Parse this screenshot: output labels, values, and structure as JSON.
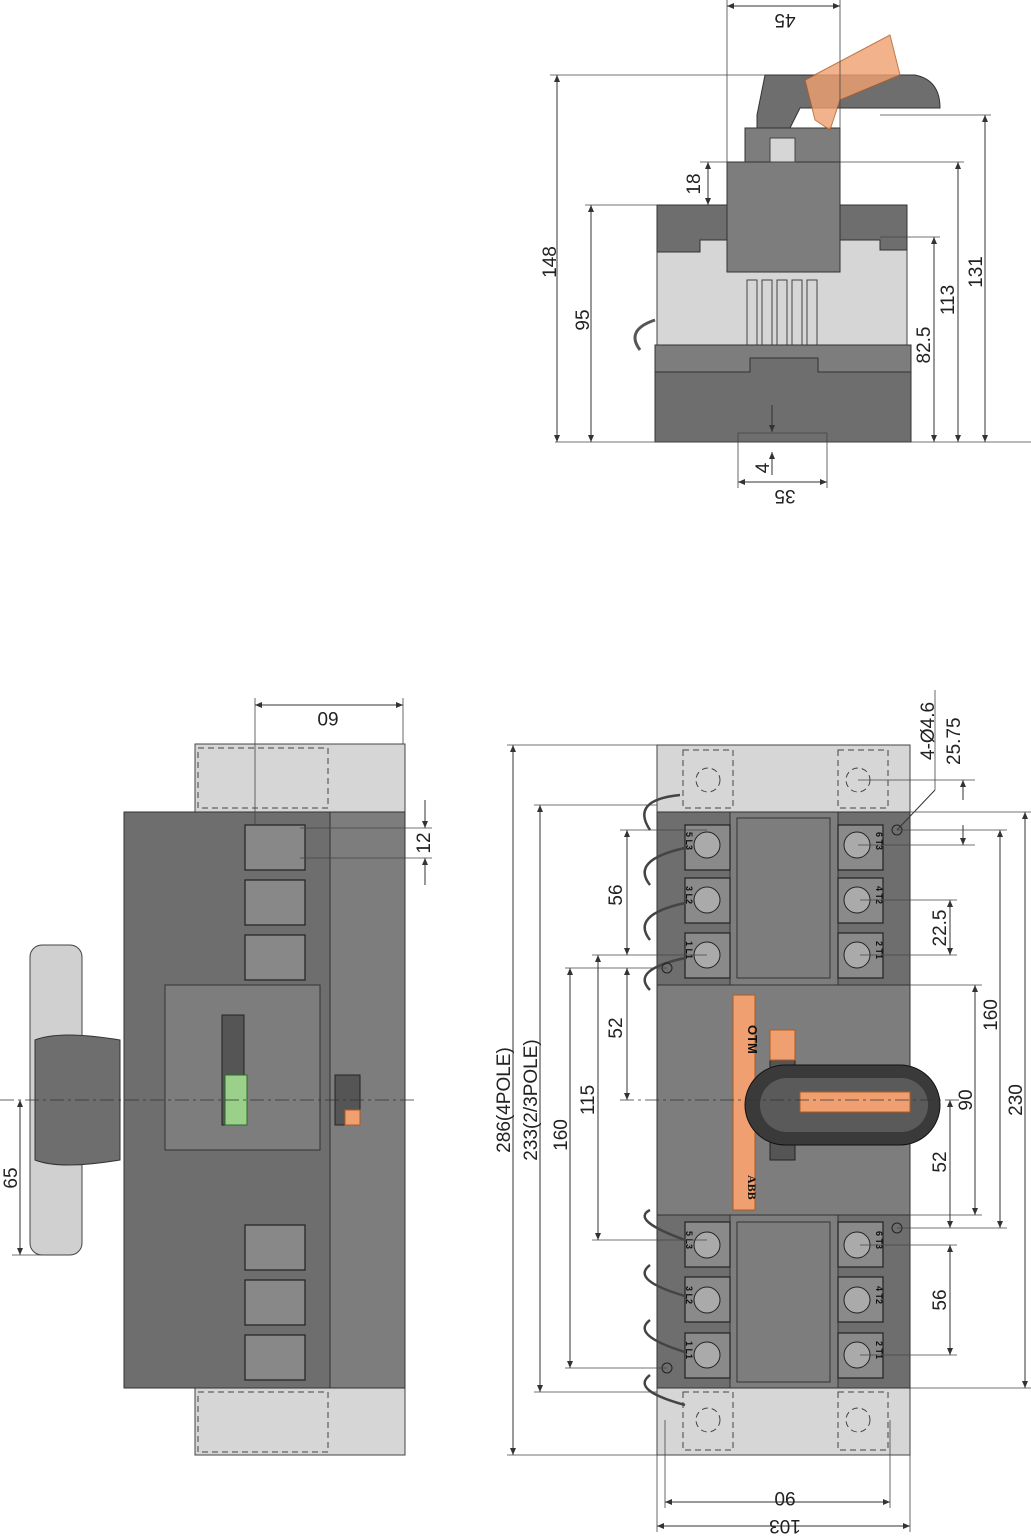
{
  "top_view": {
    "dims": {
      "width_45": "45",
      "height_148": "148",
      "height_18": "18",
      "height_95": "95",
      "height_82_5": "82.5",
      "height_113": "113",
      "height_131": "131",
      "depth_4": "4",
      "rail_35": "35"
    }
  },
  "side_view": {
    "dims": {
      "depth_60": "60",
      "offset_12": "12",
      "handle_65": "65"
    }
  },
  "front_view": {
    "dims": {
      "h_286": "286(4POLE)",
      "h_233": "233(2/3POLE)",
      "h_160_left": "160",
      "h_115": "115",
      "h_56_top": "56",
      "h_52_top": "52",
      "hole": "4-Ø4.6",
      "h_25_75": "25.75",
      "h_22_5": "22.5",
      "h_160_right": "160",
      "h_230": "230",
      "h_90": "90",
      "h_52_bottom": "52",
      "h_56_bottom": "56",
      "w_90": "90",
      "w_103": "103"
    },
    "terminals_line": [
      "5 L3",
      "3 L2",
      "1 L1"
    ],
    "terminals_load": [
      "6 T3",
      "4 T2",
      "2 T1"
    ],
    "product_label": "OTM",
    "brand": "ABB",
    "accent_color": "#f0a070"
  }
}
